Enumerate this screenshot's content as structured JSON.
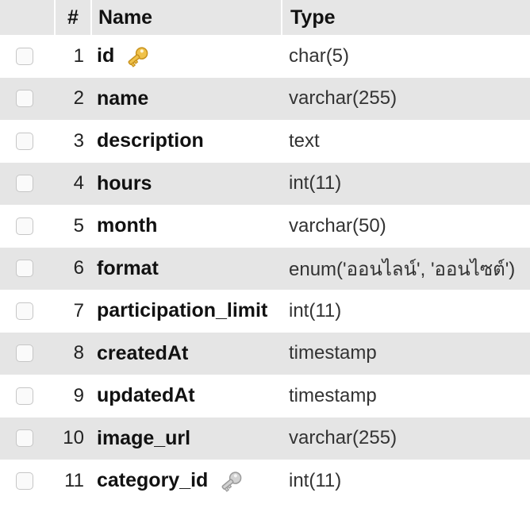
{
  "header": {
    "num_label": "#",
    "name_label": "Name",
    "type_label": "Type"
  },
  "rows": [
    {
      "num": "1",
      "name": "id",
      "type": "char(5)",
      "icon": "primary-key-icon"
    },
    {
      "num": "2",
      "name": "name",
      "type": "varchar(255)"
    },
    {
      "num": "3",
      "name": "description",
      "type": "text"
    },
    {
      "num": "4",
      "name": "hours",
      "type": "int(11)"
    },
    {
      "num": "5",
      "name": "month",
      "type": "varchar(50)"
    },
    {
      "num": "6",
      "name": "format",
      "type": "enum('ออนไลน์', 'ออนไซต์')"
    },
    {
      "num": "7",
      "name": "participation_limit",
      "type": "int(11)"
    },
    {
      "num": "8",
      "name": "createdAt",
      "type": "timestamp"
    },
    {
      "num": "9",
      "name": "updatedAt",
      "type": "timestamp"
    },
    {
      "num": "10",
      "name": "image_url",
      "type": "varchar(255)"
    },
    {
      "num": "11",
      "name": "category_id",
      "type": "int(11)",
      "icon": "index-key-icon"
    }
  ],
  "colors": {
    "header_bg": "#e6e6e6",
    "stripe_bg": "#e5e5e5",
    "primary_key": "#e8b431",
    "index_key": "#bdbdbd"
  }
}
